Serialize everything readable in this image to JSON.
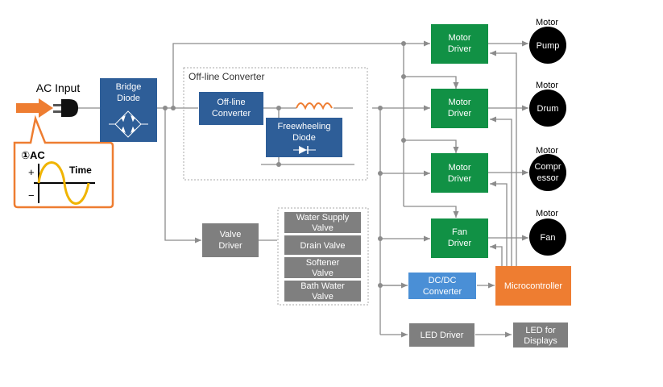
{
  "colors": {
    "blue_block": "#2e5e98",
    "green_block": "#119145",
    "gray_block": "#7f7f7f",
    "light_blue_block": "#4a8fd6",
    "orange_block": "#ee7d31",
    "motor_circle": "#000000",
    "wire": "#8c8c8c",
    "callout_border": "#ee7d31",
    "sine_wave": "#f0b400"
  },
  "ac_input": {
    "label": "AC Input",
    "icon": "power-plug-icon",
    "callout": {
      "number": "①",
      "title": "AC",
      "plus": "+",
      "minus": "−",
      "time": "Time"
    }
  },
  "bridge_diode": {
    "line1": "Bridge",
    "line2": "Diode",
    "icon": "diode-bridge-icon"
  },
  "offline_converter_group": {
    "title": "Off-line Converter",
    "converter": {
      "line1": "Off-line",
      "line2": "Converter"
    },
    "freewheeling": {
      "line1": "Freewheeling",
      "line2": "Diode",
      "icon": "diode-icon"
    },
    "inductor_icon": "inductor-coil-icon"
  },
  "valve_driver": {
    "line1": "Valve",
    "line2": "Driver"
  },
  "valves": [
    {
      "line1": "Water Supply",
      "line2": "Valve"
    },
    {
      "line1": "Drain Valve",
      "line2": ""
    },
    {
      "line1": "Softener",
      "line2": "Valve"
    },
    {
      "line1": "Bath Water",
      "line2": "Valve"
    }
  ],
  "motor_drivers": [
    {
      "line1": "Motor",
      "line2": "Driver"
    },
    {
      "line1": "Motor",
      "line2": "Driver"
    },
    {
      "line1": "Motor",
      "line2": "Driver"
    },
    {
      "line1": "Fan",
      "line2": "Driver"
    }
  ],
  "motors": [
    {
      "caption": "Motor",
      "line1": "Pump",
      "line2": ""
    },
    {
      "caption": "Motor",
      "line1": "Drum",
      "line2": ""
    },
    {
      "caption": "Motor",
      "line1": "Compr",
      "line2": "essor"
    },
    {
      "caption": "Motor",
      "line1": "Fan",
      "line2": ""
    }
  ],
  "dcdc_converter": {
    "line1": "DC/DC",
    "line2": "Converter"
  },
  "microcontroller": {
    "label": "Microcontroller"
  },
  "led_driver": {
    "label": "LED Driver"
  },
  "led_displays": {
    "line1": "LED for",
    "line2": "Displays"
  }
}
